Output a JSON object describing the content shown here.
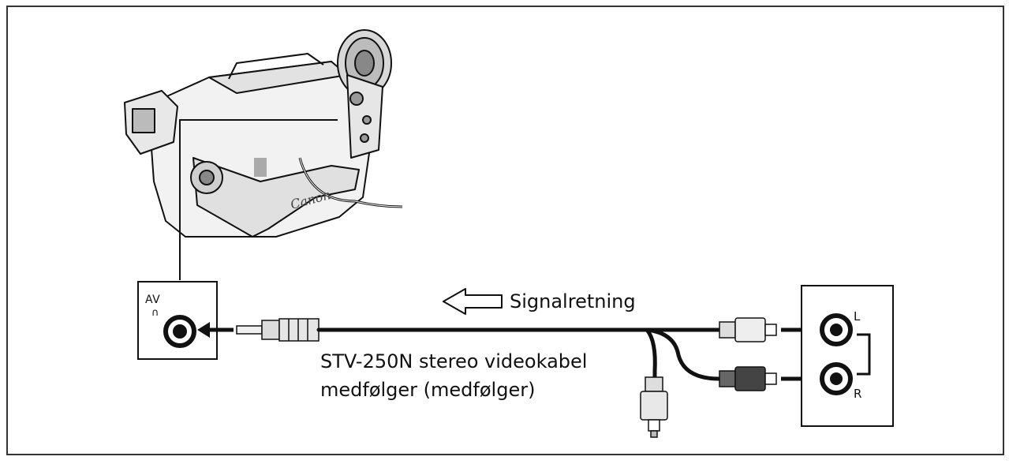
{
  "labels": {
    "av_jack": "AV",
    "headphone_symbol": "∩",
    "left_channel": "L",
    "right_channel": "R",
    "signal_direction": "Signalretning",
    "cable_line1": "STV-250N stereo videokabel",
    "cable_line2": "medfølger (medfølger)",
    "camera_brand": "Canon"
  },
  "colors": {
    "line": "#111111",
    "frame": "#333333",
    "plug_light": "#e6e6e6",
    "plug_dark": "#444444",
    "camera_body": "#f2f2f2",
    "camera_shade": "#d8d8d8"
  }
}
